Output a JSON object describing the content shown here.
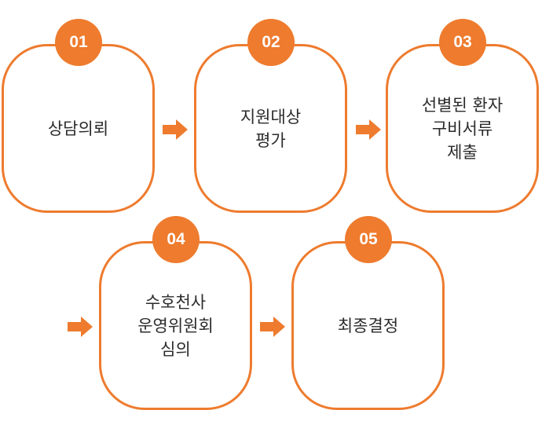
{
  "diagram": {
    "accent_color": "#ee7b2e",
    "steps": [
      {
        "number": "01",
        "label": "상담의뢰"
      },
      {
        "number": "02",
        "label": "지원대상\n평가"
      },
      {
        "number": "03",
        "label": "선별된 환자\n구비서류\n제출"
      },
      {
        "number": "04",
        "label": "수호천사\n운영위원회\n심의"
      },
      {
        "number": "05",
        "label": "최종결정"
      }
    ],
    "arrow_icon": "right-arrow-icon"
  }
}
